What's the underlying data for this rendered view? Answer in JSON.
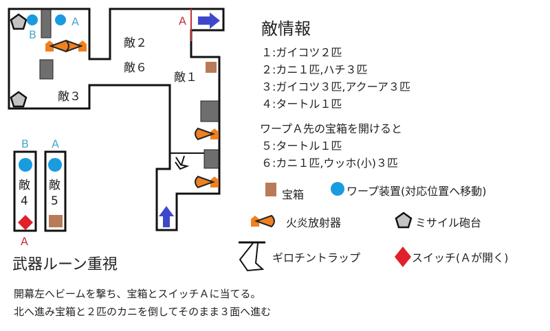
{
  "map": {
    "enemy_labels": {
      "e1": "敵１",
      "e2": "敵２",
      "e3": "敵３",
      "e4_a": "敵",
      "e4_b": "4",
      "e5_a": "敵",
      "e5_b": "5",
      "e6": "敵６"
    },
    "warp_labels": {
      "a_top": "A",
      "b_top": "B",
      "a_room": "A",
      "b_room": "B",
      "a_switch": "A",
      "a_gate": "A"
    }
  },
  "enemy_info": {
    "title": "敵情報",
    "lines": [
      "１:ガイコツ２匹",
      "２:カニ１匹,ハチ３匹",
      "３:ガイコツ３匹,アクーア３匹",
      "４:タートル１匹"
    ],
    "subheading": "ワープＡ先の宝箱を開けると",
    "extra_lines": [
      "５:タートル１匹",
      "６:カニ１匹,ウッホ(小)３匹"
    ]
  },
  "legend": {
    "chest": "宝箱",
    "warp": "ワープ装置(対応位置へ移動)",
    "flamethrower": "火炎放射器",
    "missile": "ミサイル砲台",
    "guillotine": "ギロチントラップ",
    "switch": "スイッチ(Ａが開く)"
  },
  "strategy": {
    "title": "武器ルーン重視",
    "lines": [
      "開幕左へビームを撃ち、宝箱とスイッチＡに当てる。",
      "北へ進み宝箱と２匹のカニを倒してそのまま３面へ進む"
    ]
  },
  "colors": {
    "warp": "#1a9be0",
    "chest": "#b97a57",
    "flame": "#f08020",
    "switch": "#e0202a",
    "gate": "#c0303a",
    "arrow": "#3f48cc",
    "block": "#6e6e6e",
    "missile": "#c3c3c3",
    "warp_label": "#4aa8c8"
  }
}
